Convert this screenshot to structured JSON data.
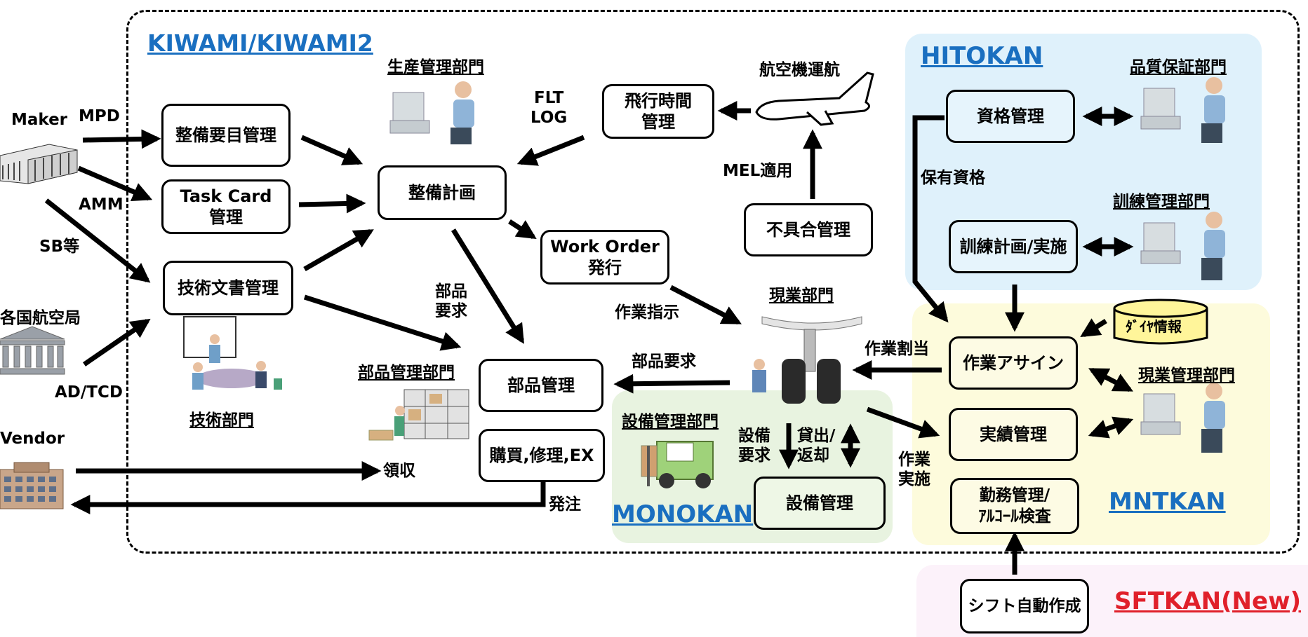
{
  "systems": {
    "kiwami": "KIWAMI/KIWAMI2",
    "hitokan": "HITOKAN",
    "monokan": "MONOKAN",
    "mntkan": "MNTKAN",
    "sftkan": "SFTKAN(New)"
  },
  "boxes": {
    "seibi_youmoku": "整備要目管理",
    "task_card": "Task Card\n管理",
    "gijutsu_bunsho": "技術文書管理",
    "seibi_keikaku": "整備計画",
    "hikou_jikan": "飛行時間\n管理",
    "work_order": "Work Order\n発行",
    "fuguai": "不具合管理",
    "buhin_kanri": "部品管理",
    "koubai": "購買,修理,EX",
    "setsubi_kanri": "設備管理",
    "shikaku": "資格管理",
    "kunren": "訓練計画/実施",
    "sagyou_assign": "作業アサイン",
    "jisseki": "実績管理",
    "kinmu": "勤務管理/\nｱﾙｺｰﾙ検査",
    "shift": "シフト自動作成",
    "daiya": "ﾀﾞｲﾔ情報"
  },
  "departments": {
    "seisan": "生産管理部門",
    "gijutsu": "技術部門",
    "buhin": "部品管理部門",
    "genba": "現業部門",
    "setsubi": "設備管理部門",
    "hinshitsu": "品質保証部門",
    "kunren": "訓練管理部門",
    "genba_kanri": "現業管理部門"
  },
  "labels": {
    "maker": "Maker",
    "mpd": "MPD",
    "amm": "AMM",
    "sb": "SB等",
    "kakkoku": "各国航空局",
    "ad_tcd": "AD/TCD",
    "vendor": "Vendor",
    "juryou": "領収",
    "hacchuu": "発注",
    "flt_log": "FLT\nLOG",
    "koukuuki_unkou": "航空機運航",
    "mel": "MEL適用",
    "buhin_youkyuu1": "部品\n要求",
    "buhin_youkyuu2": "部品要求",
    "sagyou_shiji": "作業指示",
    "sagyou_wariate": "作業割当",
    "setsubi_youkyuu": "設備\n要求",
    "kashidashi": "貸出/\n返却",
    "sagyou_jisshi": "作業\n実施",
    "hoyuu_shikaku": "保有資格"
  },
  "colors": {
    "system_label": "#1a6fc0",
    "sftkan_label": "#e0202a",
    "hitokan_bg": "#dff1fb",
    "mntkan_bg": "#fdfbdc",
    "monokan_bg": "#e8f3e0",
    "sftkan_bg": "#fcf2fa"
  }
}
